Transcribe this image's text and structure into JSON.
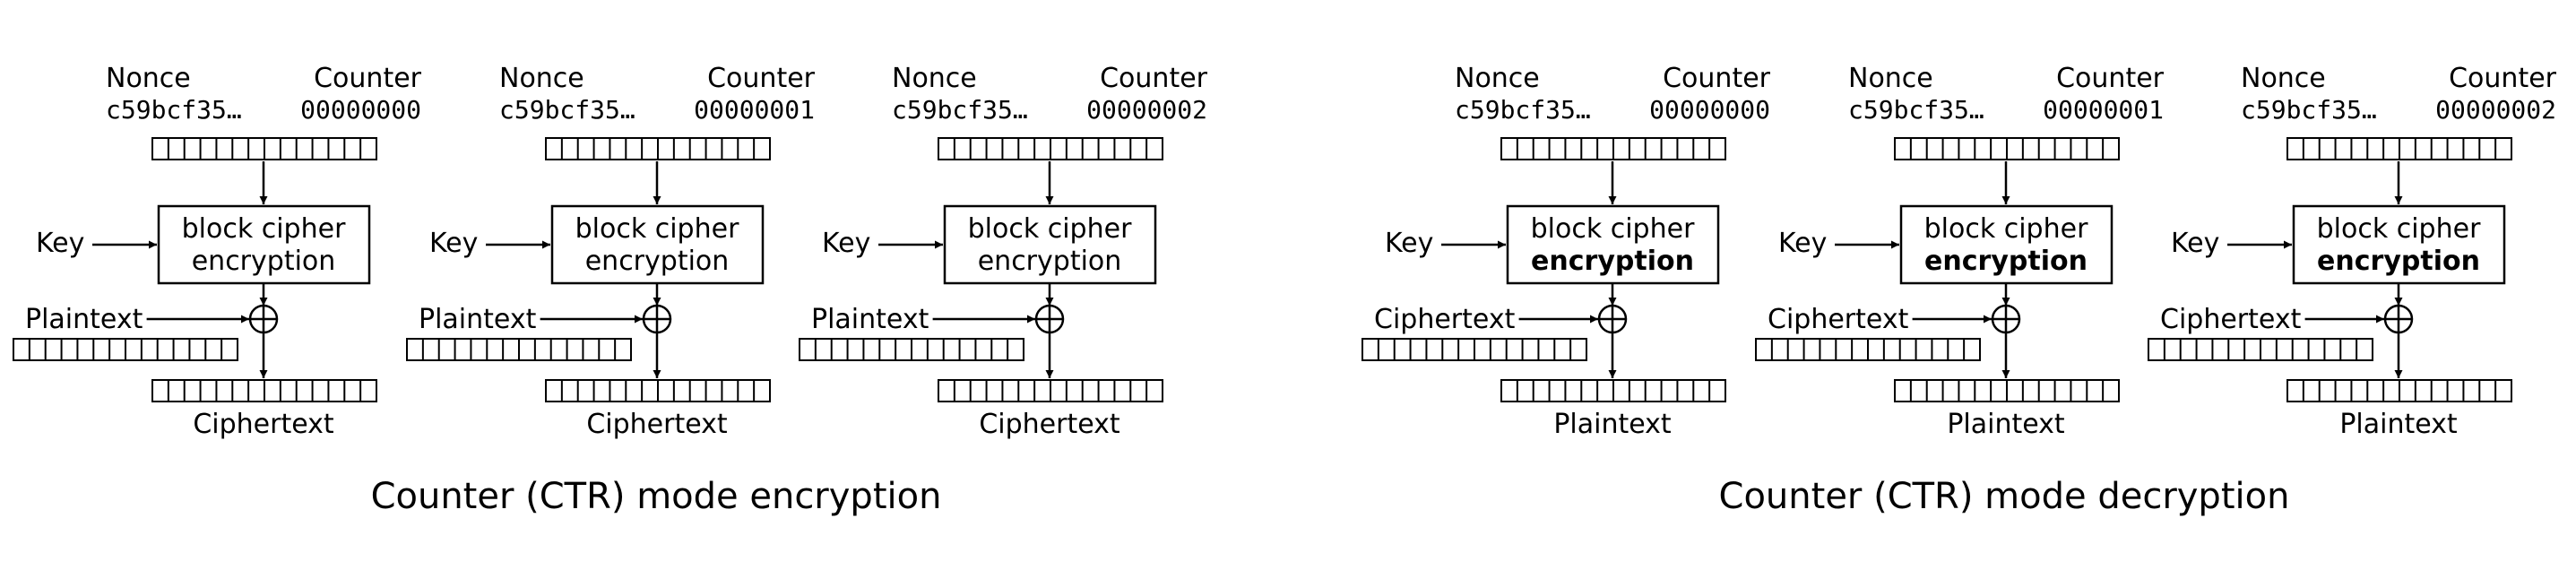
{
  "encryption": {
    "caption": "Counter (CTR) mode encryption",
    "in_label": "Plaintext",
    "out_label": "Ciphertext",
    "op_line1": "block cipher",
    "op_line2": "encryption",
    "op_line2_bold": false
  },
  "decryption": {
    "caption": "Counter (CTR) mode decryption",
    "in_label": "Ciphertext",
    "out_label": "Plaintext",
    "op_line1": "block cipher",
    "op_line2": "encryption",
    "op_line2_bold": true
  },
  "stage": {
    "nonce_label": "Nonce",
    "counter_label": "Counter",
    "key_label": "Key",
    "nonce_value": "c59bcf35…"
  },
  "counters": [
    "00000000",
    "00000001",
    "00000002"
  ]
}
